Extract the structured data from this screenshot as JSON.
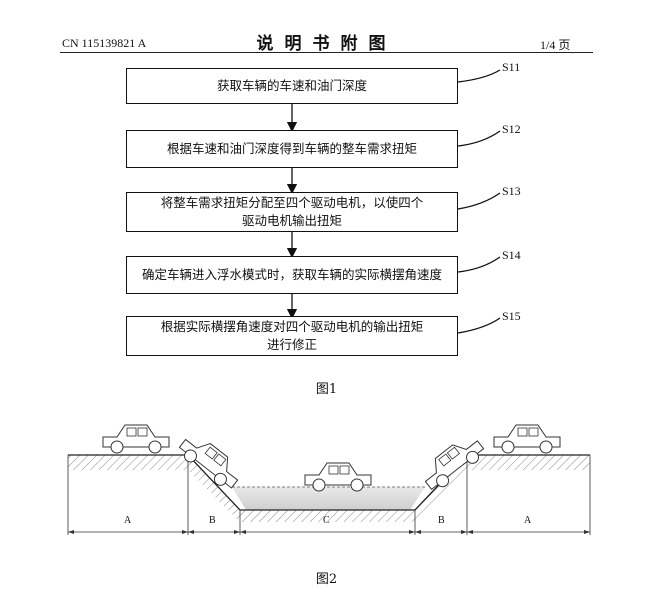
{
  "header": {
    "patent_number": "CN 115139821 A",
    "section_title": "说明书附图",
    "page_indicator": "1/4 页"
  },
  "figure1": {
    "steps": [
      {
        "label": "S11",
        "text": "获取车辆的车速和油门深度"
      },
      {
        "label": "S12",
        "text": "根据车速和油门深度得到车辆的整车需求扭矩"
      },
      {
        "label": "S13",
        "text": "将整车需求扭矩分配至四个驱动电机，以使四个\n驱动电机输出扭矩"
      },
      {
        "label": "S14",
        "text": "确定车辆进入浮水模式时，获取车辆的实际横摆角速度"
      },
      {
        "label": "S15",
        "text": "根据实际横摆角速度对四个驱动电机的输出扭矩\n进行修正"
      }
    ],
    "caption": "图1"
  },
  "figure2": {
    "region_labels": [
      "A",
      "B",
      "C",
      "B",
      "A"
    ],
    "caption": "图2"
  }
}
